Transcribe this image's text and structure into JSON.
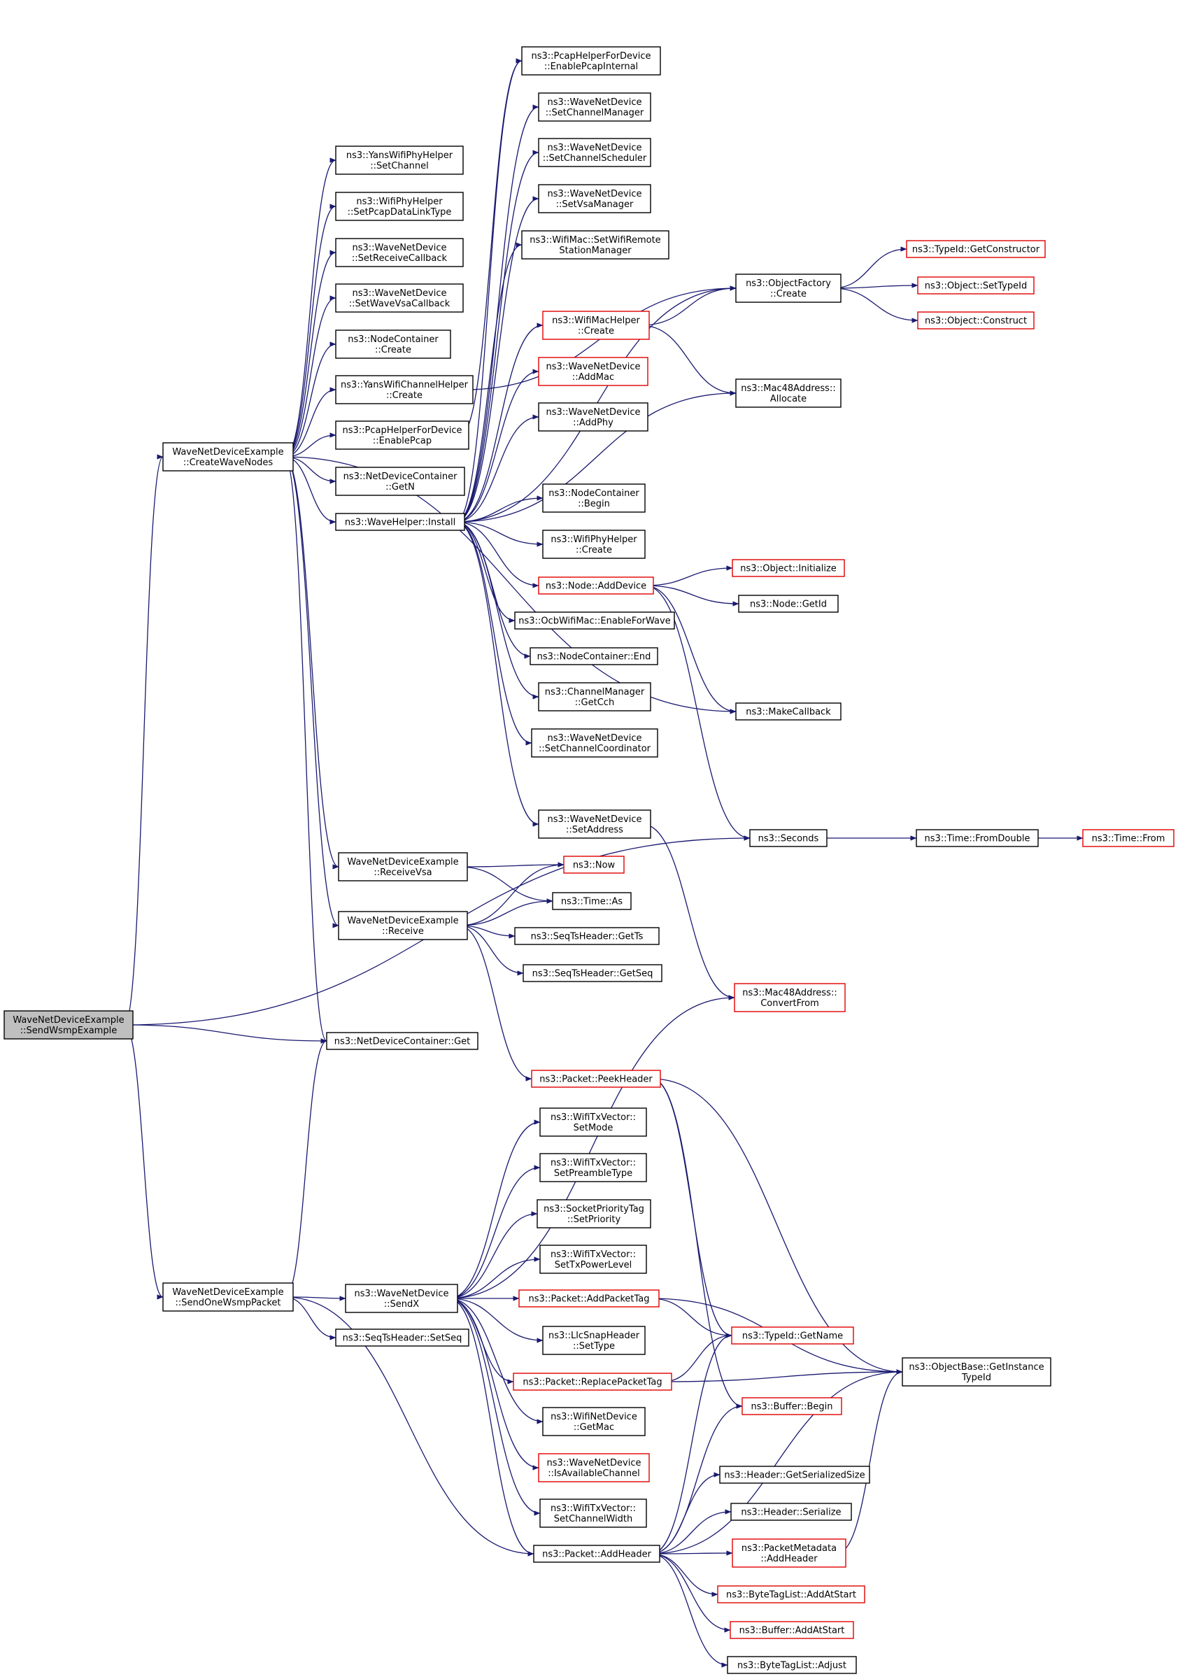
{
  "edge_color": "#191970",
  "node_border_default": "#000000",
  "node_border_red": "#e00000",
  "root_fill": "#bfbfbf",
  "nodes": [
    {
      "id": "root",
      "label": [
        "WaveNetDeviceExample",
        "::SendWsmpExample"
      ],
      "style": "root"
    },
    {
      "id": "cwn",
      "label": [
        "WaveNetDeviceExample",
        "::CreateWaveNodes"
      ],
      "style": "normal"
    },
    {
      "id": "sowp",
      "label": [
        "WaveNetDeviceExample",
        "::SendOneWsmpPacket"
      ],
      "style": "normal"
    },
    {
      "id": "ndcGet",
      "label": [
        "ns3::NetDeviceContainer::Get"
      ],
      "style": "normal"
    },
    {
      "id": "yphySetCh",
      "label": [
        "ns3::YansWifiPhyHelper",
        "::SetChannel"
      ],
      "style": "normal"
    },
    {
      "id": "wphySetPcap",
      "label": [
        "ns3::WifiPhyHelper",
        "::SetPcapDataLinkType"
      ],
      "style": "normal"
    },
    {
      "id": "wndSetRecv",
      "label": [
        "ns3::WaveNetDevice",
        "::SetReceiveCallback"
      ],
      "style": "normal"
    },
    {
      "id": "wndSetVsa",
      "label": [
        "ns3::WaveNetDevice",
        "::SetWaveVsaCallback"
      ],
      "style": "normal"
    },
    {
      "id": "ncCreate",
      "label": [
        "ns3::NodeContainer",
        "::Create"
      ],
      "style": "normal"
    },
    {
      "id": "ywchCreate",
      "label": [
        "ns3::YansWifiChannelHelper",
        "::Create"
      ],
      "style": "normal"
    },
    {
      "id": "phfdEnPcap",
      "label": [
        "ns3::PcapHelperForDevice",
        "::EnablePcap"
      ],
      "style": "normal"
    },
    {
      "id": "ndcGetN",
      "label": [
        "ns3::NetDeviceContainer",
        "::GetN"
      ],
      "style": "normal"
    },
    {
      "id": "whInstall",
      "label": [
        "ns3::WaveHelper::Install"
      ],
      "style": "normal"
    },
    {
      "id": "wndeRecvVsa",
      "label": [
        "WaveNetDeviceExample",
        "::ReceiveVsa"
      ],
      "style": "normal"
    },
    {
      "id": "wndeRecv",
      "label": [
        "WaveNetDeviceExample",
        "::Receive"
      ],
      "style": "normal"
    },
    {
      "id": "phfdEnPcapInt",
      "label": [
        "ns3::PcapHelperForDevice",
        "::EnablePcapInternal"
      ],
      "style": "normal"
    },
    {
      "id": "wndSetChMgr",
      "label": [
        "ns3::WaveNetDevice",
        "::SetChannelManager"
      ],
      "style": "normal"
    },
    {
      "id": "wndSetChSch",
      "label": [
        "ns3::WaveNetDevice",
        "::SetChannelScheduler"
      ],
      "style": "normal"
    },
    {
      "id": "wndSetVsaMgr",
      "label": [
        "ns3::WaveNetDevice",
        "::SetVsaManager"
      ],
      "style": "normal"
    },
    {
      "id": "wmacSetRSM",
      "label": [
        "ns3::WifiMac::SetWifiRemote",
        "StationManager"
      ],
      "style": "normal"
    },
    {
      "id": "wmhCreate",
      "label": [
        "ns3::WifiMacHelper",
        "::Create"
      ],
      "style": "red"
    },
    {
      "id": "wndAddMac",
      "label": [
        "ns3::WaveNetDevice",
        "::AddMac"
      ],
      "style": "red"
    },
    {
      "id": "wndAddPhy",
      "label": [
        "ns3::WaveNetDevice",
        "::AddPhy"
      ],
      "style": "normal"
    },
    {
      "id": "ncBegin",
      "label": [
        "ns3::NodeContainer",
        "::Begin"
      ],
      "style": "normal"
    },
    {
      "id": "wphyCreate",
      "label": [
        "ns3::WifiPhyHelper",
        "::Create"
      ],
      "style": "normal"
    },
    {
      "id": "nodeAddDev",
      "label": [
        "ns3::Node::AddDevice"
      ],
      "style": "red"
    },
    {
      "id": "ocbEnWave",
      "label": [
        "ns3::OcbWifiMac::EnableForWave"
      ],
      "style": "normal"
    },
    {
      "id": "ncEnd",
      "label": [
        "ns3::NodeContainer::End"
      ],
      "style": "normal"
    },
    {
      "id": "chMgrGetCch",
      "label": [
        "ns3::ChannelManager",
        "::GetCch"
      ],
      "style": "normal"
    },
    {
      "id": "wndSetChCoord",
      "label": [
        "ns3::WaveNetDevice",
        "::SetChannelCoordinator"
      ],
      "style": "normal"
    },
    {
      "id": "wndSetAddr",
      "label": [
        "ns3::WaveNetDevice",
        "::SetAddress"
      ],
      "style": "normal"
    },
    {
      "id": "nsNow",
      "label": [
        "ns3::Now"
      ],
      "style": "red"
    },
    {
      "id": "timeAs",
      "label": [
        "ns3::Time::As"
      ],
      "style": "normal"
    },
    {
      "id": "stsGetTs",
      "label": [
        "ns3::SeqTsHeader::GetTs"
      ],
      "style": "normal"
    },
    {
      "id": "stsGetSeq",
      "label": [
        "ns3::SeqTsHeader::GetSeq"
      ],
      "style": "normal"
    },
    {
      "id": "pktPeek",
      "label": [
        "ns3::Packet::PeekHeader"
      ],
      "style": "red"
    },
    {
      "id": "wndSendX",
      "label": [
        "ns3::WaveNetDevice",
        "::SendX"
      ],
      "style": "normal"
    },
    {
      "id": "stsSetSeq",
      "label": [
        "ns3::SeqTsHeader::SetSeq"
      ],
      "style": "normal"
    },
    {
      "id": "pktAddHdr",
      "label": [
        "ns3::Packet::AddHeader"
      ],
      "style": "normal"
    },
    {
      "id": "ofCreate",
      "label": [
        "ns3::ObjectFactory",
        "::Create"
      ],
      "style": "normal"
    },
    {
      "id": "macAlloc",
      "label": [
        "ns3::Mac48Address::",
        "Allocate"
      ],
      "style": "normal"
    },
    {
      "id": "objInit",
      "label": [
        "ns3::Object::Initialize"
      ],
      "style": "red"
    },
    {
      "id": "nodeGetId",
      "label": [
        "ns3::Node::GetId"
      ],
      "style": "normal"
    },
    {
      "id": "makeCb",
      "label": [
        "ns3::MakeCallback"
      ],
      "style": "normal"
    },
    {
      "id": "seconds",
      "label": [
        "ns3::Seconds"
      ],
      "style": "normal"
    },
    {
      "id": "macConvFrom",
      "label": [
        "ns3::Mac48Address::",
        "ConvertFrom"
      ],
      "style": "red"
    },
    {
      "id": "txvSetMode",
      "label": [
        "ns3::WifiTxVector::",
        "SetMode"
      ],
      "style": "normal"
    },
    {
      "id": "txvSetPre",
      "label": [
        "ns3::WifiTxVector::",
        "SetPreambleType"
      ],
      "style": "normal"
    },
    {
      "id": "sptSetPri",
      "label": [
        "ns3::SocketPriorityTag",
        "::SetPriority"
      ],
      "style": "normal"
    },
    {
      "id": "txvSetPow",
      "label": [
        "ns3::WifiTxVector::",
        "SetTxPowerLevel"
      ],
      "style": "normal"
    },
    {
      "id": "pktAddTag",
      "label": [
        "ns3::Packet::AddPacketTag"
      ],
      "style": "red"
    },
    {
      "id": "llcSetType",
      "label": [
        "ns3::LlcSnapHeader",
        "::SetType"
      ],
      "style": "normal"
    },
    {
      "id": "pktReplTag",
      "label": [
        "ns3::Packet::ReplacePacketTag"
      ],
      "style": "red"
    },
    {
      "id": "wndGetMac",
      "label": [
        "ns3::WifiNetDevice",
        "::GetMac"
      ],
      "style": "normal"
    },
    {
      "id": "wndIsAvail",
      "label": [
        "ns3::WaveNetDevice",
        "::IsAvailableChannel"
      ],
      "style": "red"
    },
    {
      "id": "txvSetChW",
      "label": [
        "ns3::WifiTxVector::",
        "SetChannelWidth"
      ],
      "style": "normal"
    },
    {
      "id": "tidGetCtor",
      "label": [
        "ns3::TypeId::GetConstructor"
      ],
      "style": "red"
    },
    {
      "id": "objSetTid",
      "label": [
        "ns3::Object::SetTypeId"
      ],
      "style": "red"
    },
    {
      "id": "objConstruct",
      "label": [
        "ns3::Object::Construct"
      ],
      "style": "red"
    },
    {
      "id": "timeFromDbl",
      "label": [
        "ns3::Time::FromDouble"
      ],
      "style": "normal"
    },
    {
      "id": "timeFrom",
      "label": [
        "ns3::Time::From"
      ],
      "style": "red"
    },
    {
      "id": "tidGetName",
      "label": [
        "ns3::TypeId::GetName"
      ],
      "style": "red"
    },
    {
      "id": "bufBegin",
      "label": [
        "ns3::Buffer::Begin"
      ],
      "style": "red"
    },
    {
      "id": "hdrGetSize",
      "label": [
        "ns3::Header::GetSerializedSize"
      ],
      "style": "normal"
    },
    {
      "id": "hdrSerialize",
      "label": [
        "ns3::Header::Serialize"
      ],
      "style": "normal"
    },
    {
      "id": "pmAddHdr",
      "label": [
        "ns3::PacketMetadata",
        "::AddHeader"
      ],
      "style": "red"
    },
    {
      "id": "btlAddAtStart",
      "label": [
        "ns3::ByteTagList::AddAtStart"
      ],
      "style": "red"
    },
    {
      "id": "bufAddAtStart",
      "label": [
        "ns3::Buffer::AddAtStart"
      ],
      "style": "red"
    },
    {
      "id": "btlAdjust",
      "label": [
        "ns3::ByteTagList::Adjust"
      ],
      "style": "normal"
    },
    {
      "id": "obGetInstTid",
      "label": [
        "ns3::ObjectBase::GetInstance",
        "TypeId"
      ],
      "style": "normal"
    }
  ],
  "edges": [
    [
      "root",
      "cwn"
    ],
    [
      "root",
      "sowp"
    ],
    [
      "root",
      "ndcGet"
    ],
    [
      "root",
      "seconds"
    ],
    [
      "cwn",
      "yphySetCh"
    ],
    [
      "cwn",
      "wphySetPcap"
    ],
    [
      "cwn",
      "wndSetRecv"
    ],
    [
      "cwn",
      "wndSetVsa"
    ],
    [
      "cwn",
      "ncCreate"
    ],
    [
      "cwn",
      "ywchCreate"
    ],
    [
      "cwn",
      "phfdEnPcap"
    ],
    [
      "cwn",
      "ndcGetN"
    ],
    [
      "cwn",
      "whInstall"
    ],
    [
      "cwn",
      "wndeRecvVsa"
    ],
    [
      "cwn",
      "wndeRecv"
    ],
    [
      "cwn",
      "ndcGet"
    ],
    [
      "cwn",
      "makeCb"
    ],
    [
      "ywchCreate",
      "ofCreate"
    ],
    [
      "phfdEnPcap",
      "phfdEnPcapInt"
    ],
    [
      "whInstall",
      "phfdEnPcapInt"
    ],
    [
      "whInstall",
      "wndSetChMgr"
    ],
    [
      "whInstall",
      "wndSetChSch"
    ],
    [
      "whInstall",
      "wndSetVsaMgr"
    ],
    [
      "whInstall",
      "wmacSetRSM"
    ],
    [
      "whInstall",
      "ofCreate"
    ],
    [
      "whInstall",
      "wmhCreate"
    ],
    [
      "whInstall",
      "wndAddMac"
    ],
    [
      "whInstall",
      "wndAddPhy"
    ],
    [
      "whInstall",
      "macAlloc"
    ],
    [
      "whInstall",
      "ncBegin"
    ],
    [
      "whInstall",
      "wphyCreate"
    ],
    [
      "whInstall",
      "nodeAddDev"
    ],
    [
      "whInstall",
      "ocbEnWave"
    ],
    [
      "whInstall",
      "ncEnd"
    ],
    [
      "whInstall",
      "chMgrGetCch"
    ],
    [
      "whInstall",
      "wndSetChCoord"
    ],
    [
      "whInstall",
      "wndSetAddr"
    ],
    [
      "wmhCreate",
      "ofCreate"
    ],
    [
      "wmhCreate",
      "macAlloc"
    ],
    [
      "ofCreate",
      "tidGetCtor"
    ],
    [
      "ofCreate",
      "objSetTid"
    ],
    [
      "ofCreate",
      "objConstruct"
    ],
    [
      "nodeAddDev",
      "objInit"
    ],
    [
      "nodeAddDev",
      "nodeGetId"
    ],
    [
      "nodeAddDev",
      "makeCb"
    ],
    [
      "nodeAddDev",
      "seconds"
    ],
    [
      "wndSetAddr",
      "macConvFrom"
    ],
    [
      "seconds",
      "timeFromDbl"
    ],
    [
      "timeFromDbl",
      "timeFrom"
    ],
    [
      "wndeRecvVsa",
      "nsNow"
    ],
    [
      "wndeRecvVsa",
      "timeAs"
    ],
    [
      "wndeRecv",
      "nsNow"
    ],
    [
      "wndeRecv",
      "timeAs"
    ],
    [
      "wndeRecv",
      "stsGetTs"
    ],
    [
      "wndeRecv",
      "stsGetSeq"
    ],
    [
      "wndeRecv",
      "pktPeek"
    ],
    [
      "pktPeek",
      "tidGetName"
    ],
    [
      "pktPeek",
      "obGetInstTid"
    ],
    [
      "pktPeek",
      "bufBegin"
    ],
    [
      "sowp",
      "ndcGet"
    ],
    [
      "sowp",
      "wndSendX"
    ],
    [
      "sowp",
      "stsSetSeq"
    ],
    [
      "sowp",
      "pktAddHdr"
    ],
    [
      "wndSendX",
      "macConvFrom"
    ],
    [
      "wndSendX",
      "txvSetMode"
    ],
    [
      "wndSendX",
      "txvSetPre"
    ],
    [
      "wndSendX",
      "sptSetPri"
    ],
    [
      "wndSendX",
      "txvSetPow"
    ],
    [
      "wndSendX",
      "pktAddTag"
    ],
    [
      "wndSendX",
      "llcSetType"
    ],
    [
      "wndSendX",
      "pktReplTag"
    ],
    [
      "wndSendX",
      "wndGetMac"
    ],
    [
      "wndSendX",
      "wndIsAvail"
    ],
    [
      "wndSendX",
      "txvSetChW"
    ],
    [
      "wndSendX",
      "pktAddHdr"
    ],
    [
      "pktAddTag",
      "tidGetName"
    ],
    [
      "pktAddTag",
      "obGetInstTid"
    ],
    [
      "pktReplTag",
      "tidGetName"
    ],
    [
      "pktReplTag",
      "obGetInstTid"
    ],
    [
      "pktAddHdr",
      "tidGetName"
    ],
    [
      "pktAddHdr",
      "obGetInstTid"
    ],
    [
      "pktAddHdr",
      "bufBegin"
    ],
    [
      "pktAddHdr",
      "hdrGetSize"
    ],
    [
      "pktAddHdr",
      "hdrSerialize"
    ],
    [
      "pktAddHdr",
      "pmAddHdr"
    ],
    [
      "pktAddHdr",
      "btlAddAtStart"
    ],
    [
      "pktAddHdr",
      "bufAddAtStart"
    ],
    [
      "pktAddHdr",
      "btlAdjust"
    ],
    [
      "pmAddHdr",
      "obGetInstTid"
    ]
  ]
}
